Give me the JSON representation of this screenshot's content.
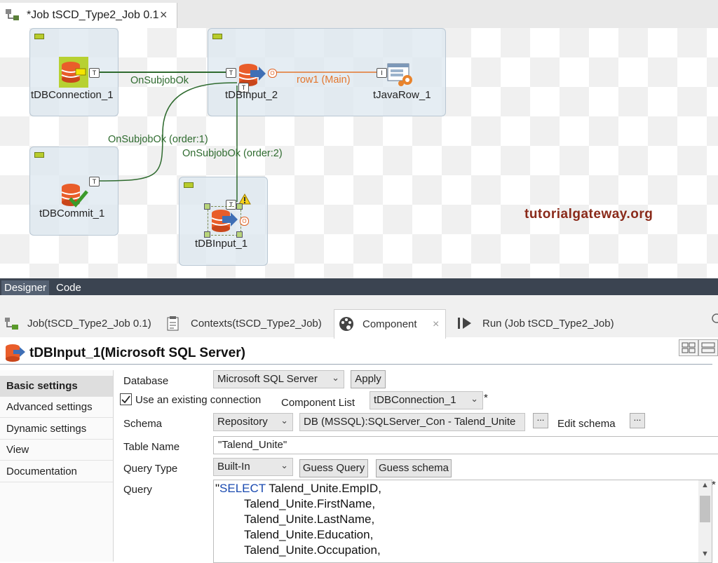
{
  "editor_tab": {
    "title": "*Job tSCD_Type2_Job 0.1",
    "close": "×"
  },
  "canvas": {
    "components": {
      "db_connection": "tDBConnection_1",
      "db_input_2": "tDBInput_2",
      "java_row": "tJavaRow_1",
      "db_commit": "tDBCommit_1",
      "db_input_1": "tDBInput_1"
    },
    "connections": {
      "onsubjobok_1": "OnSubjobOk",
      "onsubjobok_order1": "OnSubjobOk (order:1)",
      "onsubjobok_order2": "OnSubjobOk (order:2)",
      "row_main": "row1 (Main)"
    },
    "port_labels": {
      "trigger": "T",
      "output": "O",
      "input": "I"
    },
    "watermark": "tutorialgateway.org"
  },
  "view_tabs": {
    "designer": "Designer",
    "code": "Code"
  },
  "panel_tabs": {
    "job": "Job(tSCD_Type2_Job 0.1)",
    "contexts": "Contexts(tSCD_Type2_Job)",
    "component": "Component",
    "component_close": "×",
    "run": "Run (Job tSCD_Type2_Job)"
  },
  "component": {
    "title": "tDBInput_1(Microsoft SQL Server)",
    "menu": [
      "Basic settings",
      "Advanced settings",
      "Dynamic settings",
      "View",
      "Documentation"
    ],
    "database": {
      "label": "Database",
      "value": "Microsoft SQL Server",
      "apply": "Apply"
    },
    "existing_connection": {
      "label": "Use an existing connection",
      "checked": true
    },
    "component_list": {
      "label": "Component List",
      "value": "tDBConnection_1",
      "required": "*"
    },
    "schema": {
      "label": "Schema",
      "value": "Repository",
      "repo": "DB (MSSQL):SQLServer_Con - Talend_Unite",
      "dots": "...",
      "edit": "Edit schema"
    },
    "table_name": {
      "label": "Table Name",
      "value": "\"Talend_Unite\""
    },
    "query_type": {
      "label": "Query Type",
      "value": "Built-In",
      "guess_query": "Guess Query",
      "guess_schema": "Guess schema"
    },
    "query": {
      "label": "Query",
      "required": "*",
      "keyword": "SELECT",
      "lines": [
        "\"",
        " Talend_Unite.EmpID,",
        "Talend_Unite.FirstName,",
        "Talend_Unite.LastName,",
        "Talend_Unite.Education,",
        "Talend_Unite.Occupation,"
      ]
    }
  },
  "colors": {
    "onsubjobok": "#2f6b2f",
    "main_row": "#e3762d",
    "designer_bar": "#3b4451",
    "watermark": "#8a2a1a"
  }
}
